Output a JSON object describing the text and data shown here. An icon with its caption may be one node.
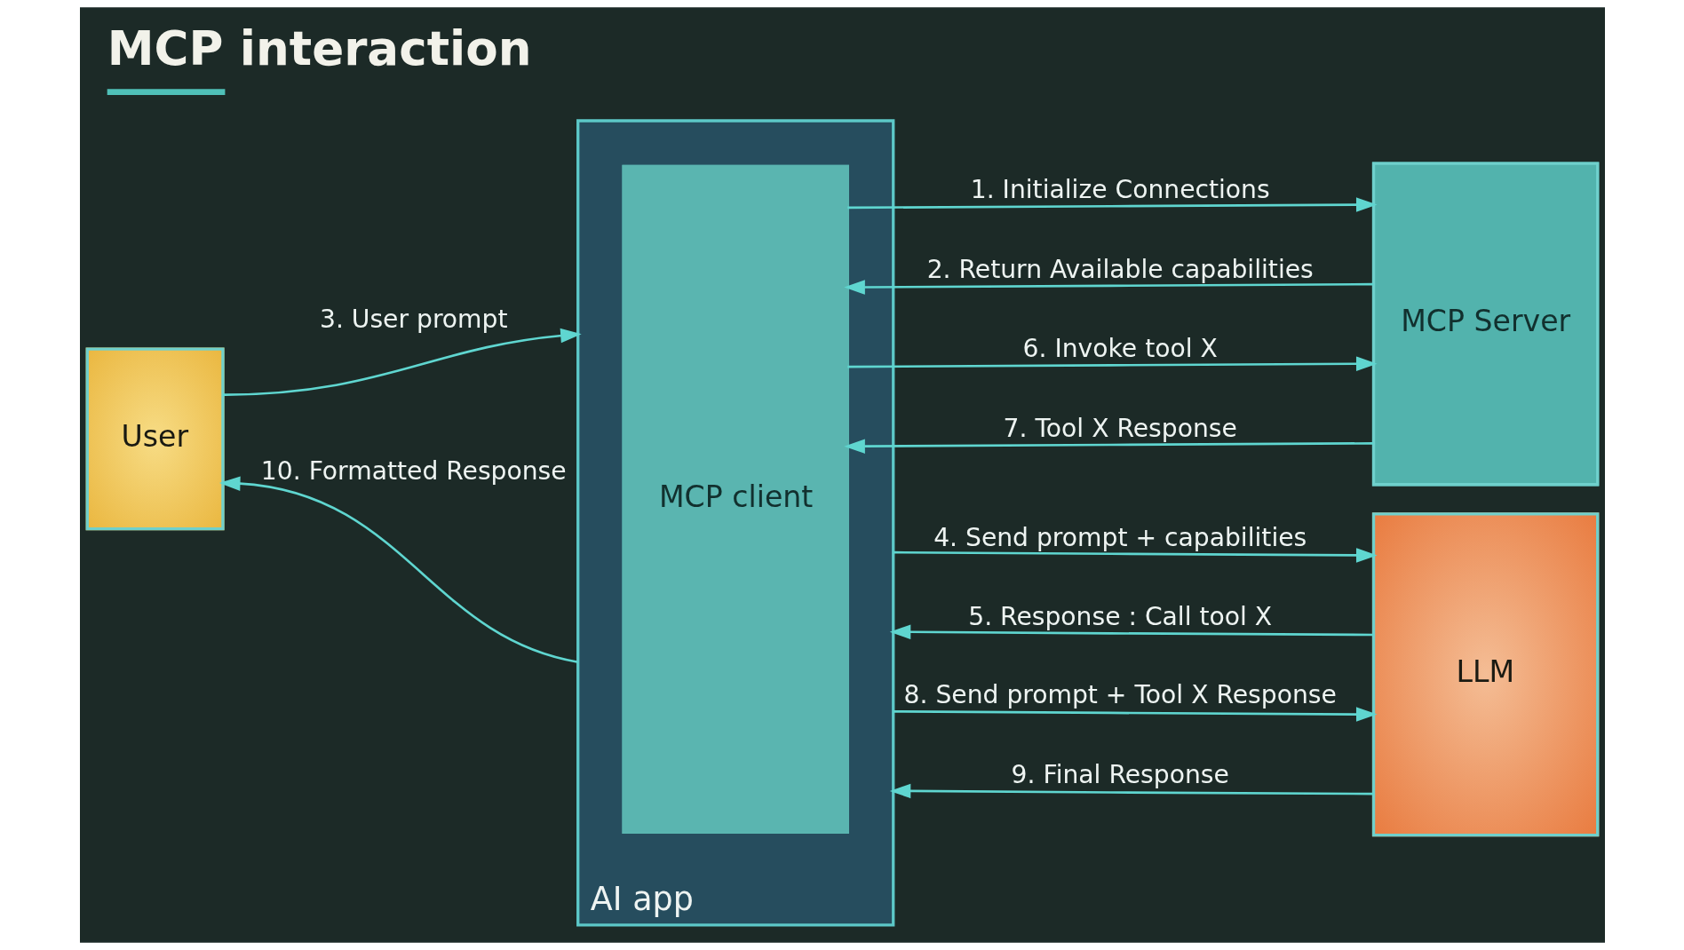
{
  "diagram": {
    "title": "MCP interaction",
    "nodes": [
      {
        "text": [
          "AI app"
        ]
      },
      {
        "text": [
          "MCP client"
        ],
        "in": 0
      },
      {
        "text": [
          "MCP Server"
        ]
      },
      {
        "text": [
          "User"
        ]
      },
      {
        "text": [
          "LLM"
        ]
      }
    ],
    "edges": [
      {
        "from": 1,
        "to": 2,
        "arrow": "to",
        "label": "1. Initialize Connections"
      },
      {
        "from": 2,
        "to": 1,
        "arrow": "to",
        "label": "2. Return Available capabilities"
      },
      {
        "from": 3,
        "to": 0,
        "arrow": "to",
        "label": "3. User prompt"
      },
      {
        "from": 0,
        "to": 4,
        "arrow": "to",
        "label": "4. Send prompt + capabilities"
      },
      {
        "from": 4,
        "to": 0,
        "arrow": "to",
        "label": "5. Response : Call tool X"
      },
      {
        "from": 1,
        "to": 2,
        "arrow": "to",
        "label": "6. Invoke tool X"
      },
      {
        "from": 2,
        "to": 1,
        "arrow": "to",
        "label": "7. Tool X Response"
      },
      {
        "from": 0,
        "to": 4,
        "arrow": "to",
        "label": "8. Send prompt + Tool X Response"
      },
      {
        "from": 4,
        "to": 0,
        "arrow": "to",
        "label": "9. Final Response"
      },
      {
        "from": 0,
        "to": 3,
        "arrow": "to",
        "label": "10. Formatted Response"
      }
    ]
  }
}
